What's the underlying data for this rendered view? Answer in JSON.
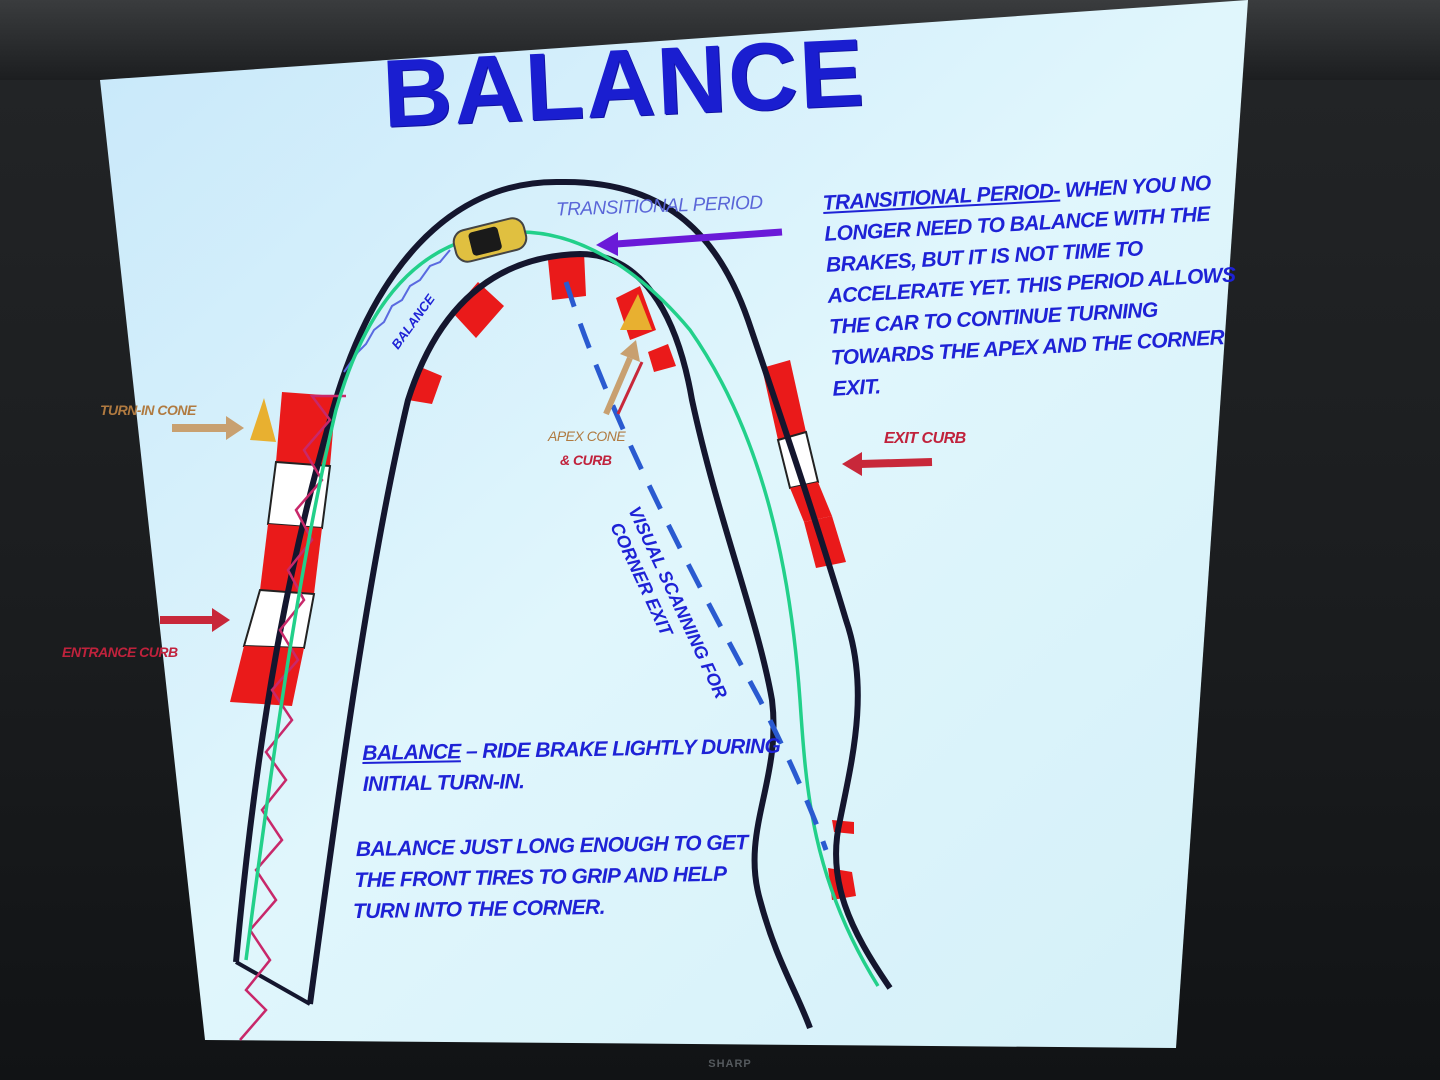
{
  "slide": {
    "title": "BALANCE",
    "brand": "SHARP"
  },
  "labels": {
    "transitional_period_track": "TRANSITIONAL PERIOD",
    "balance_track": "BALANCE",
    "turn_in_cone": "TURN-IN CONE",
    "apex_cone_line1": "APEX CONE",
    "apex_cone_line2": "& CURB",
    "exit_curb": "EXIT CURB",
    "entrance_curb": "ENTRANCE CURB",
    "visual_scanning_line1": "VISUAL SCANNING FOR",
    "visual_scanning_line2": "CORNER EXIT"
  },
  "transitional_note": {
    "heading": "TRANSITIONAL PERIOD-",
    "lines": [
      " WHEN YOU NO",
      "LONGER NEED TO  BALANCE WITH THE",
      "BRAKES, BUT IT IS NOT TIME TO",
      "ACCELERATE YET.  THIS PERIOD ALLOWS",
      "THE CAR TO CONTINUE TURNING",
      "TOWARDS THE APEX AND THE CORNER",
      "EXIT."
    ]
  },
  "balance_note": {
    "heading": "BALANCE",
    "line1_rest": " – RIDE BRAKE LIGHTLY DURING",
    "line2": "INITIAL TURN-IN.",
    "para2": [
      "BALANCE JUST LONG ENOUGH TO GET",
      "THE FRONT TIRES TO GRIP AND HELP",
      "TURN INTO THE CORNER."
    ]
  },
  "colors": {
    "slide_bg": "#dff4fb",
    "title": "#1a1ed0",
    "track": "#14162e",
    "curb_red": "#ea1a1a",
    "racing_line": "#22d08a",
    "cone": "#e8b030",
    "arrow_brown": "#c8a070",
    "arrow_crimson": "#c8283a",
    "arrow_purple": "#6a1ad8",
    "scan_line": "#2a5ad0"
  }
}
